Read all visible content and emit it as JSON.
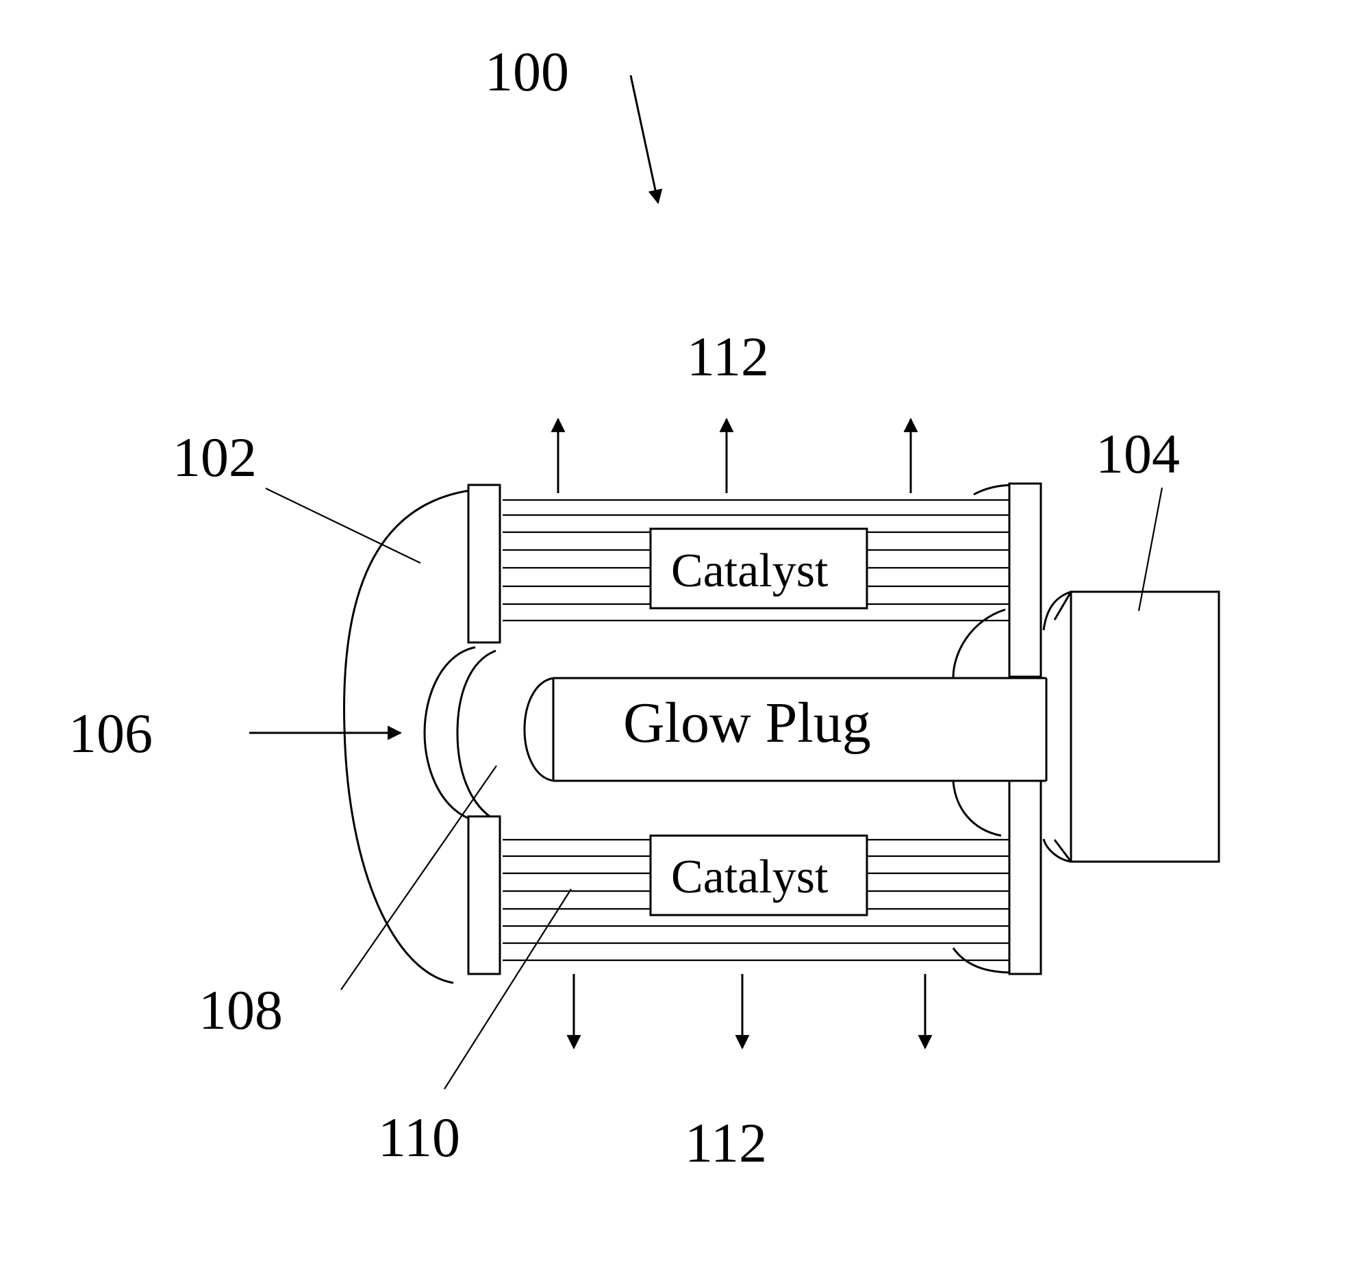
{
  "labels": {
    "ref_100": "100",
    "ref_102": "102",
    "ref_104": "104",
    "ref_106": "106",
    "ref_108": "108",
    "ref_110": "110",
    "ref_112_top": "112",
    "ref_112_bottom": "112"
  },
  "components": {
    "catalyst_top": "Catalyst",
    "catalyst_bottom": "Catalyst",
    "glow_plug": "Glow Plug"
  },
  "colors": {
    "line": "#000000",
    "background": "#ffffff"
  }
}
